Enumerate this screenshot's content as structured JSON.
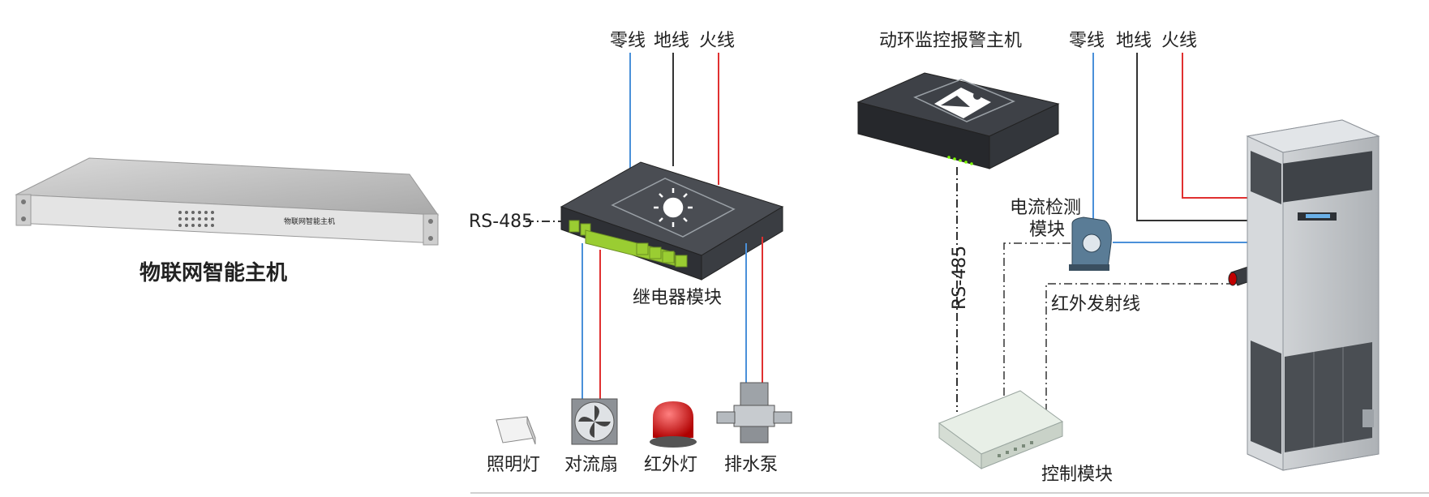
{
  "host": {
    "caption": "物联网智能主机",
    "panel_text": "物联网智能主机"
  },
  "relay_section": {
    "power_labels": {
      "neutral": "零线",
      "ground": "地线",
      "live": "火线"
    },
    "bus_label": "RS-485",
    "module_label": "继电器模块",
    "devices": [
      {
        "label": "照明灯",
        "icon": "light-icon"
      },
      {
        "label": "对流扇",
        "icon": "fan-icon"
      },
      {
        "label": "红外灯",
        "icon": "alarm-lamp-icon"
      },
      {
        "label": "排水泵",
        "icon": "pump-icon"
      }
    ]
  },
  "monitor_section": {
    "alarm_host_label": "动环监控报警主机",
    "power_labels": {
      "neutral": "零线",
      "ground": "地线",
      "live": "火线"
    },
    "bus_label": "RS-485",
    "current_module_label_1": "电流检测",
    "current_module_label_2": "模块",
    "ir_label": "红外发射线",
    "control_module_label": "控制模块"
  },
  "colors": {
    "neutral_wire": "#4a90d9",
    "ground_wire": "#333333",
    "live_wire": "#e03030",
    "terminal_green": "#9acd32",
    "device_dark": "#3a3d42"
  }
}
